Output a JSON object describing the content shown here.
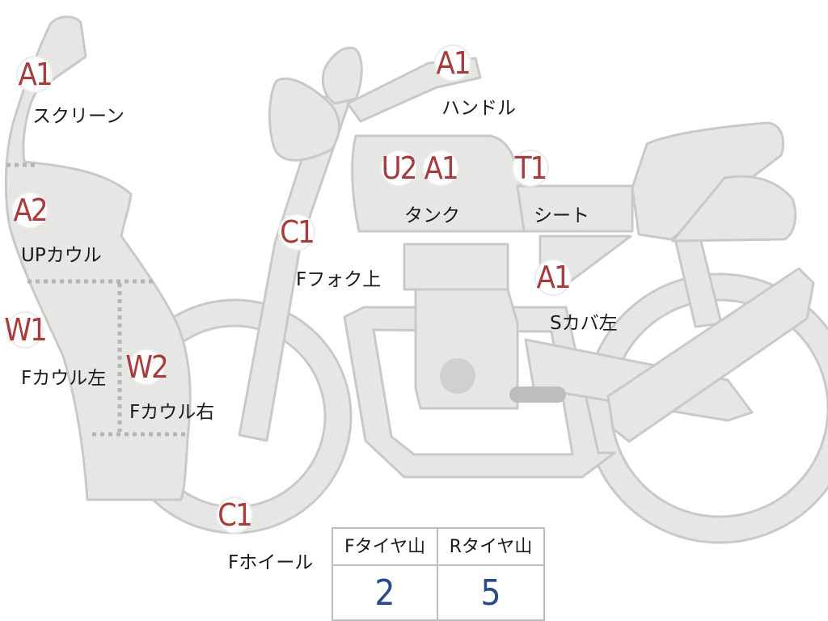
{
  "parts": [
    {
      "id": "screen",
      "code": "A1",
      "label": "スクリーン"
    },
    {
      "id": "upper-cowl",
      "code": "A2",
      "label": "UPカウル"
    },
    {
      "id": "front-cowl-left",
      "code": "W1",
      "label": "Fカウル左"
    },
    {
      "id": "front-cowl-right",
      "code": "W2",
      "label": "Fカウル右"
    },
    {
      "id": "front-wheel",
      "code": "C1",
      "label": "Fホイール"
    },
    {
      "id": "front-fork-upper",
      "code": "C1",
      "label": "Fフォク上"
    },
    {
      "id": "handlebar",
      "code": "A1",
      "label": "ハンドル"
    },
    {
      "id": "tank",
      "codes": [
        "U2",
        "A1"
      ],
      "label": "タンク"
    },
    {
      "id": "seat",
      "code": "T1",
      "label": "シート"
    },
    {
      "id": "side-cover-left",
      "code": "A1",
      "label": "Sカバ左"
    }
  ],
  "tyre_table": {
    "front_header": "Fタイヤ山",
    "rear_header": "Rタイヤ山",
    "front_value": "2",
    "rear_value": "5"
  },
  "colors": {
    "code_text": "#a73c3c",
    "tyre_value": "#2a4a8c",
    "bike_fill": "#e6e6e4"
  }
}
